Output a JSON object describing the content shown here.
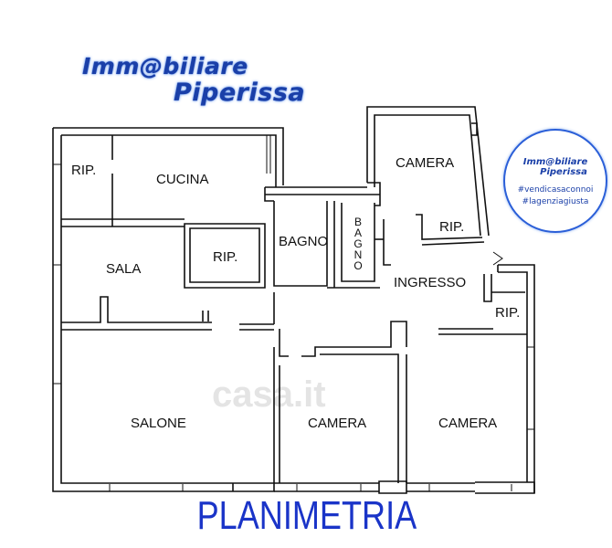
{
  "brand": {
    "line1": "Imm@biliare",
    "line2": "Piperissa",
    "color": "#1a3fa8"
  },
  "badge": {
    "brand_line1": "Imm@biliare",
    "brand_line2": "Piperissa",
    "hashtag1": "#vendicasaconnoi",
    "hashtag2": "#lagenziagiusta"
  },
  "rooms": {
    "rip_top_left": "RIP.",
    "cucina": "CUCINA",
    "camera_top": "CAMERA",
    "rip_camera": "RIP.",
    "sala": "SALA",
    "rip_center": "RIP.",
    "bagno": "BAGNO",
    "bagno_vertical": "BAGNO",
    "ingresso": "INGRESSO",
    "rip_right": "RIP.",
    "salone": "SALONE",
    "camera_bottom_middle": "CAMERA",
    "camera_bottom_right": "CAMERA"
  },
  "watermark": "casa.it",
  "title": "PLANIMETRIA",
  "title_color": "#1a34c8"
}
